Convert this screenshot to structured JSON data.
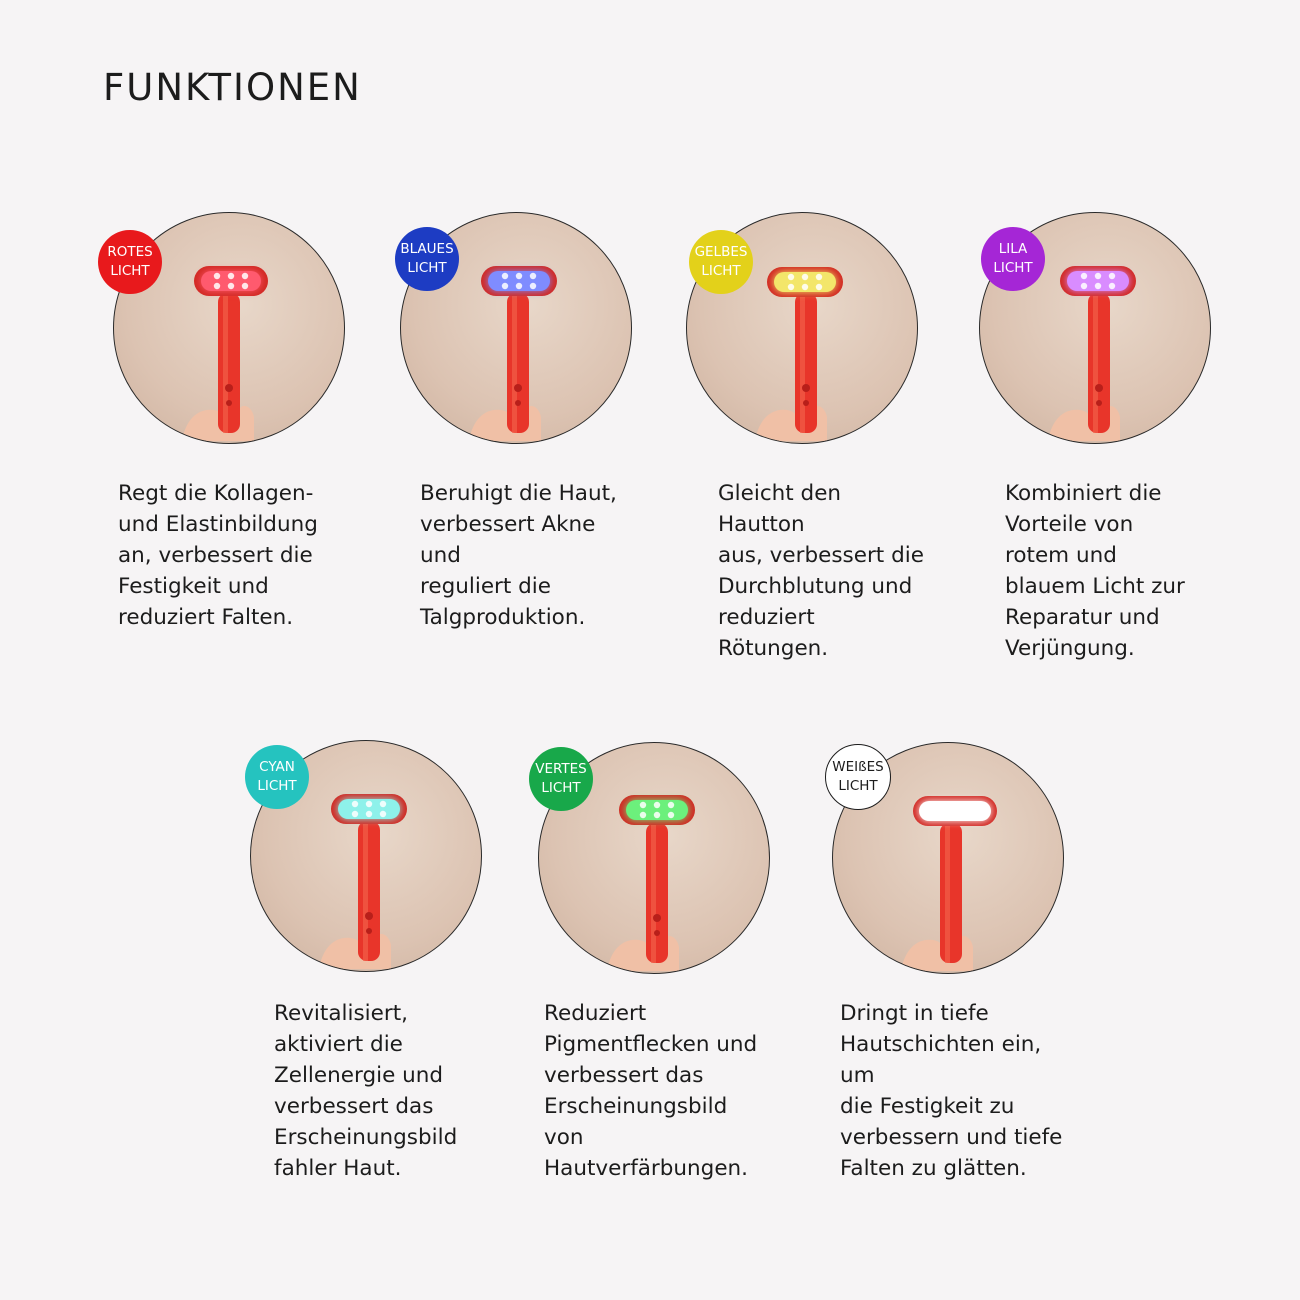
{
  "page": {
    "title": "FUNKTIONEN"
  },
  "cards": [
    {
      "line1": "ROTES",
      "line2": "LICHT",
      "badge_color": "#e8191c",
      "led_color": "#ff5a6e",
      "text": "Regt die Kollagen-\nund Elastinbildung\nan, verbessert die\nFestigkeit und\nreduziert Falten."
    },
    {
      "line1": "BLAUES",
      "line2": "LICHT",
      "badge_color": "#1d3cc3",
      "led_color": "#7f8cff",
      "text": "Beruhigt die Haut,\nverbessert Akne und\nreguliert die\nTalgproduktion."
    },
    {
      "line1": "GELBES",
      "line2": "LICHT",
      "badge_color": "#e3d11a",
      "led_color": "#f3e66a",
      "text": "Gleicht den Hautton\naus, verbessert die\nDurchblutung und\nreduziert Rötungen."
    },
    {
      "line1": "LILA",
      "line2": "LICHT",
      "badge_color": "#a526d6",
      "led_color": "#d98cff",
      "text": "Kombiniert die\nVorteile von\nrotem und\nblauem Licht zur\nReparatur und\nVerjüngung."
    },
    {
      "line1": "CYAN",
      "line2": "LICHT",
      "badge_color": "#25c3bf",
      "led_color": "#8ef1ea",
      "text": "Revitalisiert,\naktiviert die\nZellenergie und\nverbessert das\nErscheinungsbild\nfahler Haut."
    },
    {
      "line1": "VERTES",
      "line2": "LICHT",
      "badge_color": "#18a84a",
      "led_color": "#6cf07c",
      "text": "Reduziert\nPigmentflecken und\nverbessert das\nErscheinungsbild\nvon\nHautverfärbungen."
    },
    {
      "line1": "WEIßES",
      "line2": "LICHT",
      "badge_color": "#ffffff",
      "led_color": "#ffffff",
      "text": "Dringt in tiefe\nHautschichten ein, um\ndie Festigkeit zu\nverbessern und tiefe\nFalten zu glätten."
    }
  ]
}
